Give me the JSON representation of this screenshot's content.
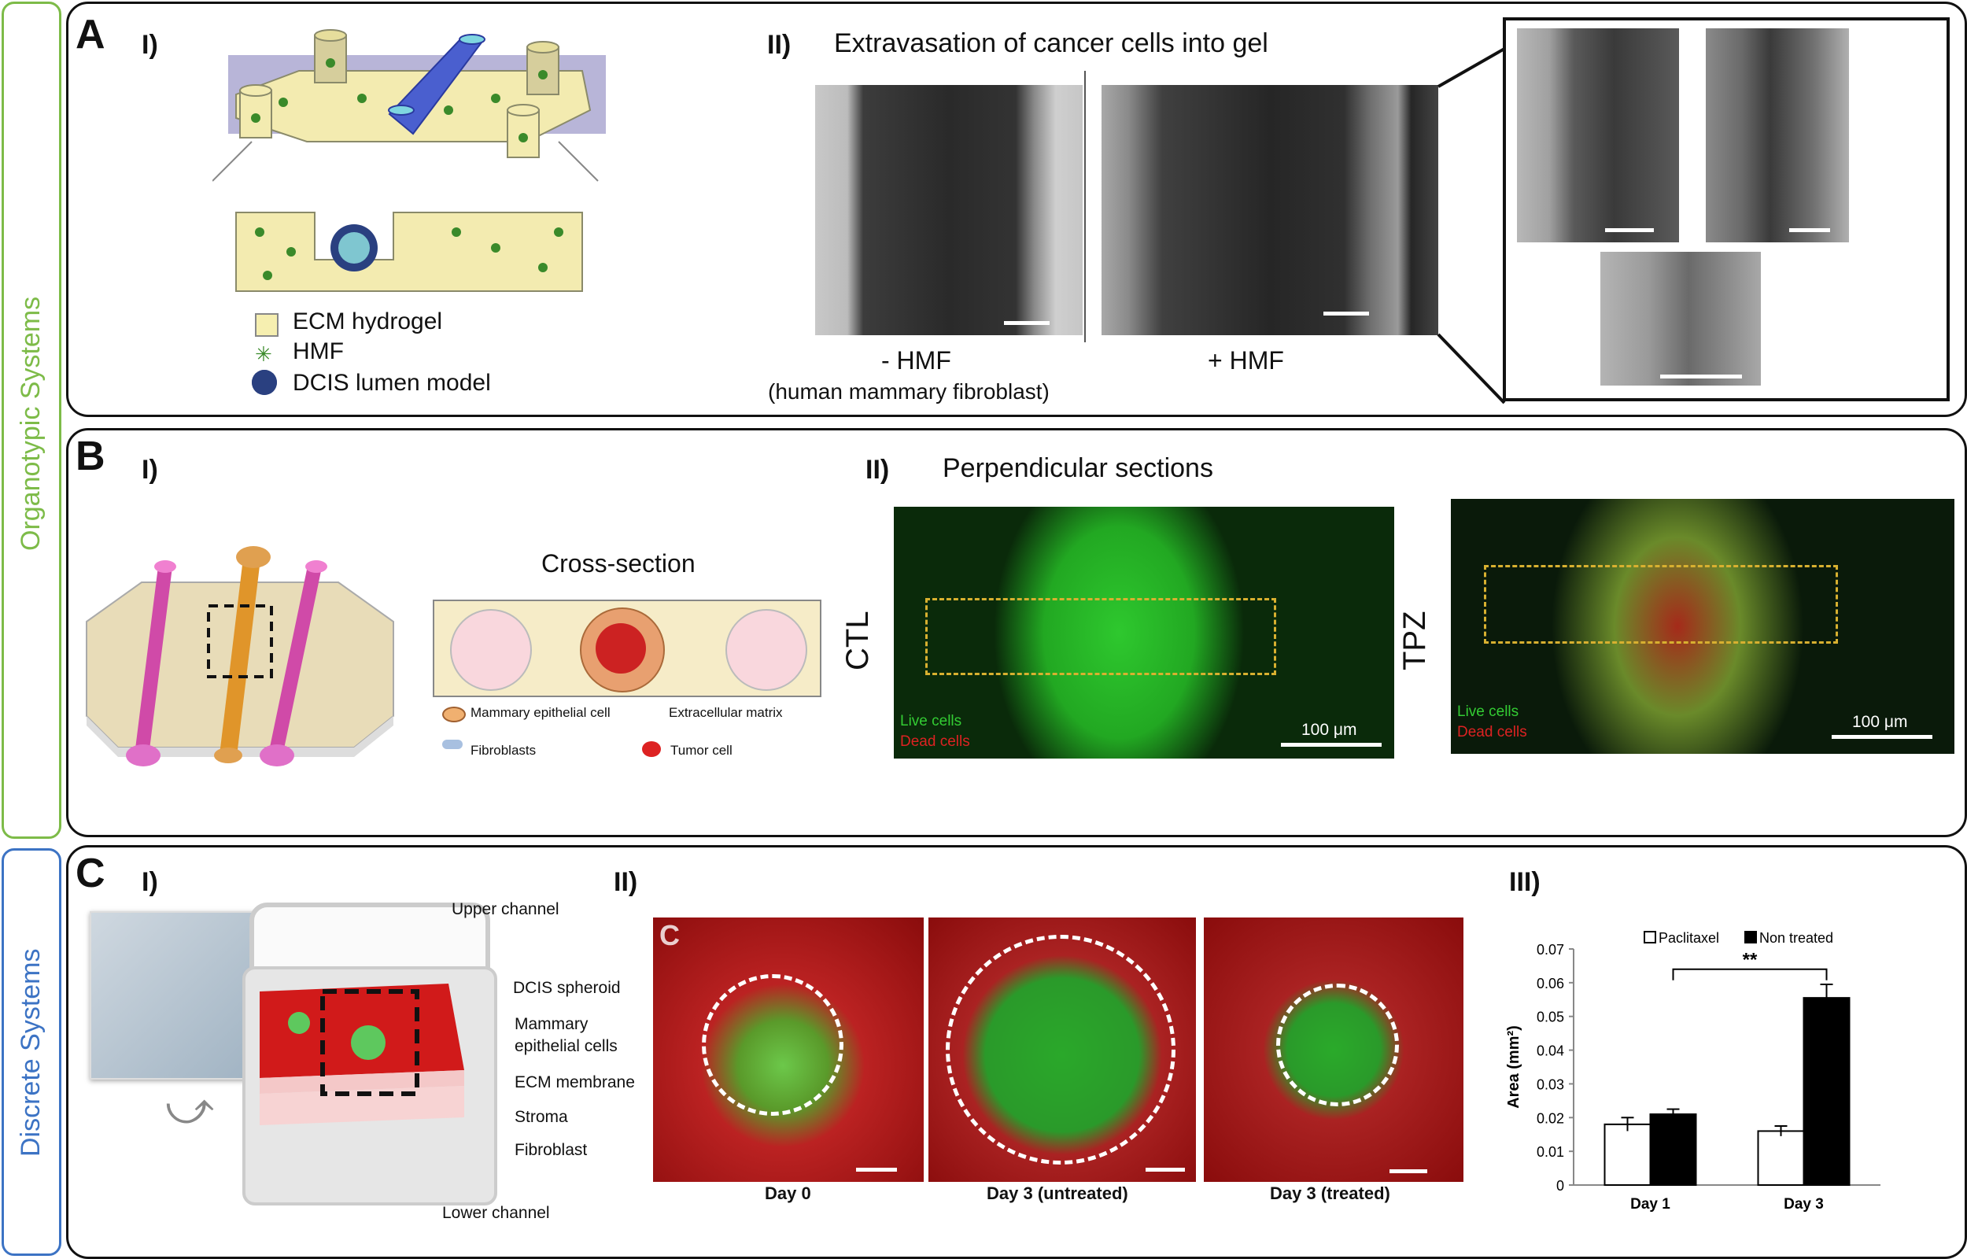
{
  "side_labels": {
    "organotypic": "Organotypic Systems",
    "discrete": "Discrete Systems"
  },
  "colors": {
    "organotypic": "#7dbb48",
    "discrete": "#3c73c4",
    "gel": "#f6efb0",
    "channel_blue": "#4a5fcf",
    "live": "#33cc33",
    "dead": "#dd2222"
  },
  "panel_a": {
    "letter": "A",
    "part1": "I)",
    "part2": "II)",
    "title": "Extravasation of cancer cells into gel",
    "legend": [
      "ECM hydrogel",
      "HMF",
      "DCIS lumen model"
    ],
    "cap_minus": "- HMF",
    "cap_minus_sub": "(human mammary fibroblast)",
    "cap_plus": "+ HMF"
  },
  "panel_b": {
    "letter": "B",
    "part1": "I)",
    "part2": "II)",
    "title": "Perpendicular sections",
    "cross_section": "Cross-section",
    "legend": [
      "Mammary epithelial cell",
      "Extracellular matrix",
      "Fibroblasts",
      "Tumor cell"
    ],
    "ctl": "CTL",
    "tpz": "TPZ",
    "live": "Live cells",
    "dead": "Dead cells",
    "scale": "100 μm"
  },
  "panel_c": {
    "letter": "C",
    "part1": "I)",
    "part2": "II)",
    "part3": "III)",
    "labels": [
      "Upper channel",
      "DCIS spheroid",
      "Mammary epithelial cells",
      "ECM membrane",
      "Stroma",
      "Fibroblast",
      "Lower channel"
    ],
    "image_letter": "C",
    "captions": [
      "Day 0",
      "Day 3 (untreated)",
      "Day 3 (treated)"
    ]
  },
  "chart_data": {
    "type": "bar",
    "categories": [
      "Day 1",
      "Day 3"
    ],
    "series": [
      {
        "name": "Paclitaxel",
        "values": [
          0.018,
          0.016
        ],
        "errors": [
          0.002,
          0.0015
        ],
        "color": "#ffffff"
      },
      {
        "name": "Non treated",
        "values": [
          0.021,
          0.0555
        ],
        "errors": [
          0.0015,
          0.004
        ],
        "color": "#000000"
      }
    ],
    "ylabel": "Area (mm²)",
    "ylim": [
      0,
      0.07
    ],
    "yticks": [
      "0",
      "0.01",
      "0.02",
      "0.03",
      "0.04",
      "0.05",
      "0.06",
      "0.07"
    ],
    "annotation": "**",
    "legend_position": "top"
  }
}
